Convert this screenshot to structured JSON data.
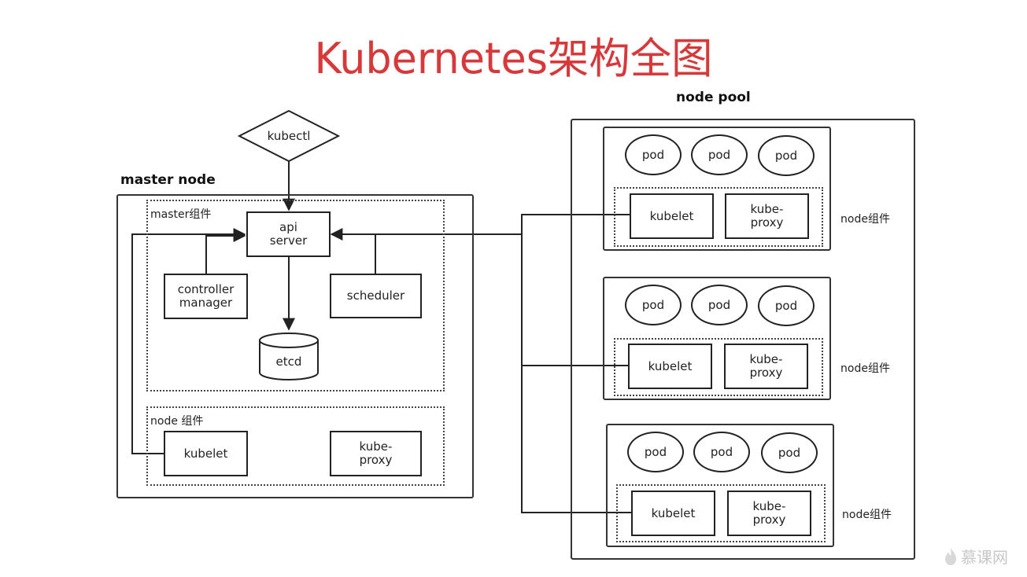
{
  "title": "Kubernetes架构全图",
  "kubectl": "kubectl",
  "master": {
    "label": "master node",
    "components_label": "master组件",
    "api_server": "api\nserver",
    "controller_manager": "controller\nmanager",
    "scheduler": "scheduler",
    "etcd": "etcd",
    "node_components_label": "node 组件",
    "kubelet": "kubelet",
    "kube_proxy": "kube-\nproxy"
  },
  "node_pool": {
    "label": "node pool",
    "nodes": [
      {
        "pods": [
          "pod",
          "pod",
          "pod"
        ],
        "kubelet": "kubelet",
        "kube_proxy": "kube-\nproxy",
        "components_label": "node组件"
      },
      {
        "pods": [
          "pod",
          "pod",
          "pod"
        ],
        "kubelet": "kubelet",
        "kube_proxy": "kube-\nproxy",
        "components_label": "node组件"
      },
      {
        "pods": [
          "pod",
          "pod",
          "pod"
        ],
        "kubelet": "kubelet",
        "kube_proxy": "kube-\nproxy",
        "components_label": "node组件"
      }
    ]
  },
  "watermark": "慕课网"
}
